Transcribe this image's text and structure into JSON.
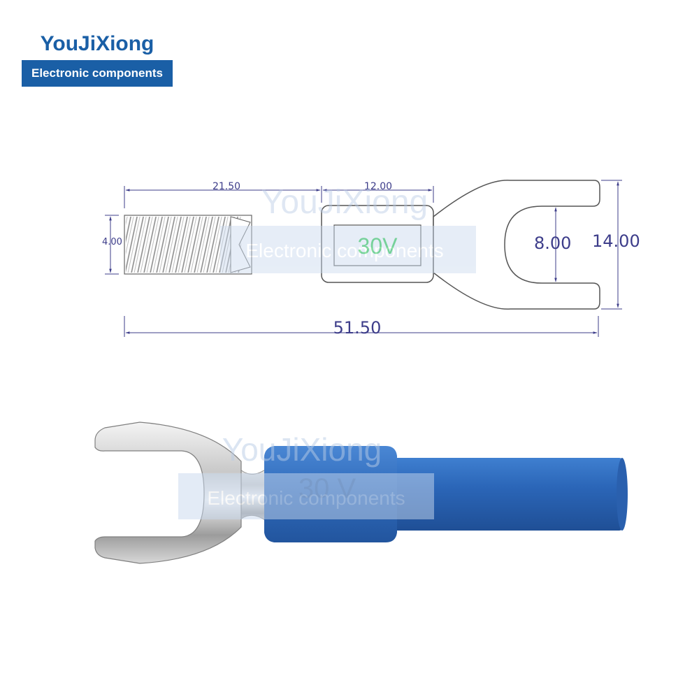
{
  "brand": {
    "name": "YouJiXiong",
    "tagline": "Electronic components"
  },
  "drawing": {
    "dimensions": {
      "barrel_length": "21.50",
      "insulator_length": "12.00",
      "diameter": "4.00",
      "slot_width": "8.00",
      "fork_width": "14.00",
      "overall_length": "51.50"
    },
    "voltage_label": "30V"
  },
  "watermark": {
    "name": "YouJiXiong",
    "tagline": "Electronic components"
  },
  "photo": {
    "voltage_label": "30 V"
  },
  "colors": {
    "brand": "#1a5fa6",
    "insulator_blue": "#2b66b8",
    "dimension_ink": "#3d3d8a",
    "voltage_green": "#33cc55"
  }
}
